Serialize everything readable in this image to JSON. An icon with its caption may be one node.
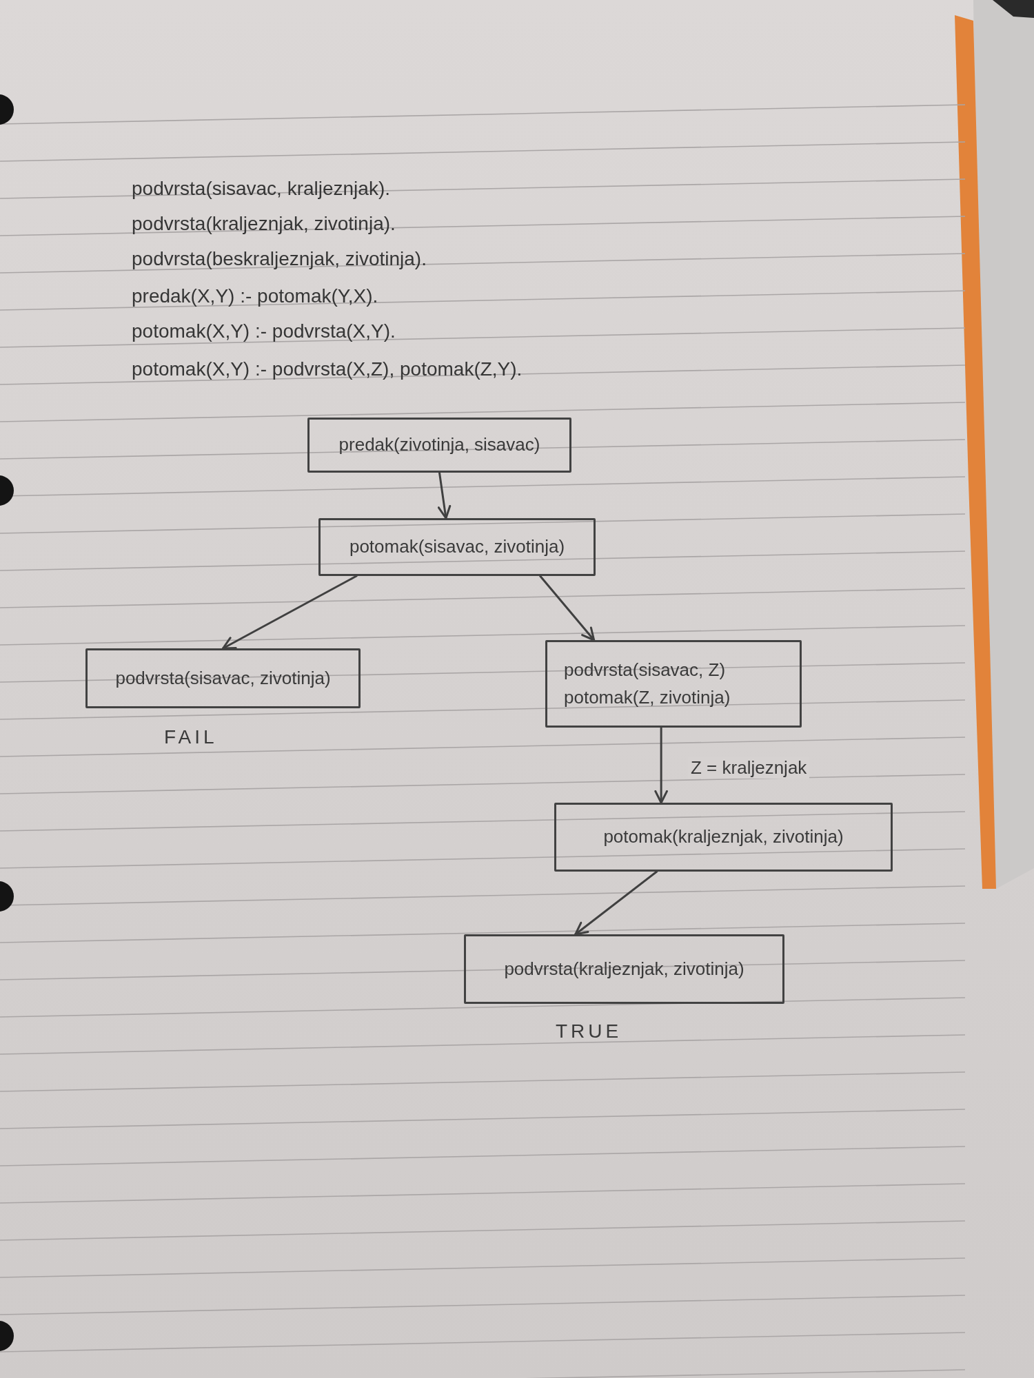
{
  "diagram": {
    "nodes": [
      {
        "text": [
          "predak(zivotinja, sisavac)"
        ]
      },
      {
        "text": [
          "potomak(sisavac, zivotinja)"
        ]
      },
      {
        "text": [
          "podvrsta(sisavac, zivotinja)"
        ],
        "beside": [
          "FAIL"
        ]
      },
      {
        "text": [
          "podvrsta(sisavac, Z)",
          "potomak(Z, zivotinja)"
        ]
      },
      {
        "text": [
          "potomak(kraljeznjak, zivotinja)"
        ]
      },
      {
        "text": [
          "podvrsta(kraljeznjak, zivotinja)"
        ],
        "beside": [
          "TRUE"
        ]
      }
    ],
    "edges": [
      {
        "from": 0,
        "to": 1,
        "arrow": "to"
      },
      {
        "from": 1,
        "to": 2,
        "arrow": "to"
      },
      {
        "from": 1,
        "to": 3,
        "arrow": "to"
      },
      {
        "from": 3,
        "to": 4,
        "arrow": "to",
        "label": "Z = kraljeznjak"
      },
      {
        "from": 4,
        "to": 5,
        "arrow": "to"
      }
    ],
    "labels": [
      "podvrsta(sisavac, kraljeznjak).",
      "podvrsta(kraljeznjak, zivotinja).",
      "podvrsta(beskraljeznjak, zivotinja).",
      "predak(X,Y) :- potomak(Y,X).",
      "potomak(X,Y) :- podvrsta(X,Y).",
      "potomak(X,Y) :- podvrsta(X,Z), potomak(Z,Y)."
    ]
  }
}
